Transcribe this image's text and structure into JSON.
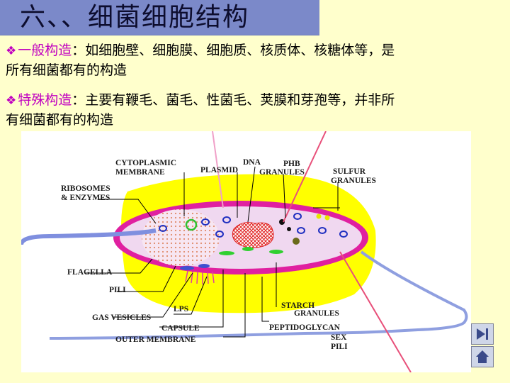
{
  "title": "六、、细菌细胞结构",
  "p1": {
    "term": "一般构造",
    "line1_rest": "：如细胞壁、细胞膜、细胞质、核质体、核糖体等，是",
    "line2": "所有细菌都有的构造"
  },
  "p2": {
    "term": "特殊构造",
    "line1_rest": "：主要有鞭毛、菌毛、性菌毛、荚膜和芽孢等，并非所",
    "line2": "有细菌都有的构造"
  },
  "bullet_glyph": "❖",
  "figure_labels": {
    "cytoplasmic": "CYTOPLASMIC",
    "membrane": "MEMBRANE",
    "plasmid": "PLASMID",
    "dna": "DNA",
    "phb": "PHB",
    "granules": "GRANULES",
    "sulfur": "SULFUR",
    "sulfur_granules": "GRANULES",
    "ribosomes": "RIBOSOMES",
    "enzymes": "& ENZYMES",
    "flagella": "FLAGELLA",
    "pili": "PILI",
    "lps": "LPS",
    "gas_vesicles": "GAS VESICLES",
    "capsule": "CAPSULE",
    "outer_membrane": "OUTER MEMBRANE",
    "starch": "STARCH",
    "starch_granules": "GRANULES",
    "peptidoglycan": "PEPTIDOGLYCAN",
    "sex": "SEX",
    "sex_pili": "PILI"
  },
  "colors": {
    "capsule": "#ffff00",
    "cell_wall": "#e020a0",
    "cytoplasm": "#f0d8f0",
    "flagellum": "#7f8fdf",
    "sex_pilus": "#e8507a",
    "title_bar": "#7b89c9",
    "term": "#c000c0"
  },
  "nav": {
    "next_icon": "end-icon",
    "prev_icon": "home-icon"
  }
}
